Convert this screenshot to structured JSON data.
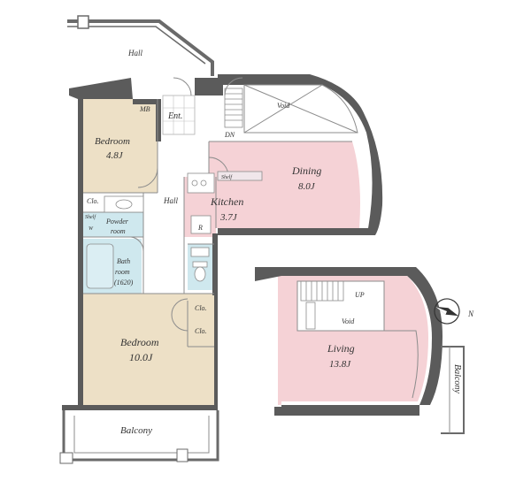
{
  "colors": {
    "bedroom": "#ede0c6",
    "bath": "#cfe8ee",
    "living": "#f5d2d6",
    "wall": "#5b5b5b",
    "line": "#8c8c8c"
  },
  "rooms": {
    "hall_top": "Hall",
    "hall_mid": "Hall",
    "mb": "MB",
    "ent": "Ent.",
    "void_top": "Void",
    "dn": "DN",
    "bedroom1_name": "Bedroom",
    "bedroom1_size": "4.8J",
    "dining_name": "Dining",
    "dining_size": "8.0J",
    "kitchen_name": "Kitchen",
    "kitchen_size": "3.7J",
    "shelf_kitchen": "Shelf",
    "clo1": "Clo.",
    "shelf_small": "Shelf",
    "w": "W",
    "powder_line1": "Powder",
    "powder_line2": "room",
    "r": "R",
    "bath_line1": "Bath",
    "bath_line2": "room",
    "bath_line3": "(1620)",
    "clo2": "Clo.",
    "clo3": "Clo.",
    "bedroom2_name": "Bedroom",
    "bedroom2_size": "10.0J",
    "balcony_bottom": "Balcony",
    "up": "UP",
    "void_living": "Void",
    "living_name": "Living",
    "living_size": "13.8J",
    "balcony_right": "Balcony",
    "compass_n": "N"
  }
}
